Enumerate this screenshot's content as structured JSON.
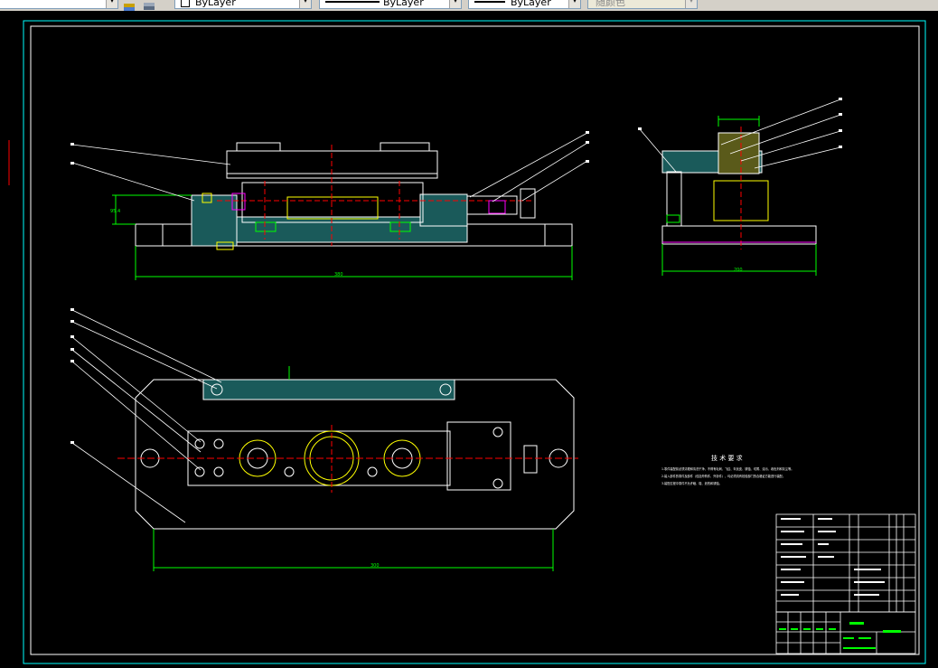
{
  "toolbar": {
    "layer_dropdown_1": "ByLayer",
    "linetype_dropdown": "ByLayer",
    "lineweight_dropdown": "ByLayer",
    "color_dropdown": "随颜色",
    "arrow": "▾"
  },
  "drawing": {
    "tech_title": "技 术 要 求",
    "tech_notes": [
      "1.零件装配前必须清理和清洗干净，不得有毛刺、飞边、氧化皮、锈蚀、切屑、油污、着色剂和灰尘等。",
      "2.装入部件的零件及部件（包括外购件、外协件），均必须具有检验部门的合格证方能进行装配。",
      "3.装配过程中零件不允许磕、碰、划伤和锈蚀。"
    ],
    "dim_front_width": "380",
    "dim_plan_width": "300",
    "dim_side_width": "200",
    "dim_height": "95.4"
  },
  "colors": {
    "frame": "#ffffff",
    "outline": "#ffffff",
    "yellow": "#ffff00",
    "green": "#00ff00",
    "cyan": "#00ffff",
    "red": "#ff0000",
    "magenta": "#ff00ff"
  }
}
